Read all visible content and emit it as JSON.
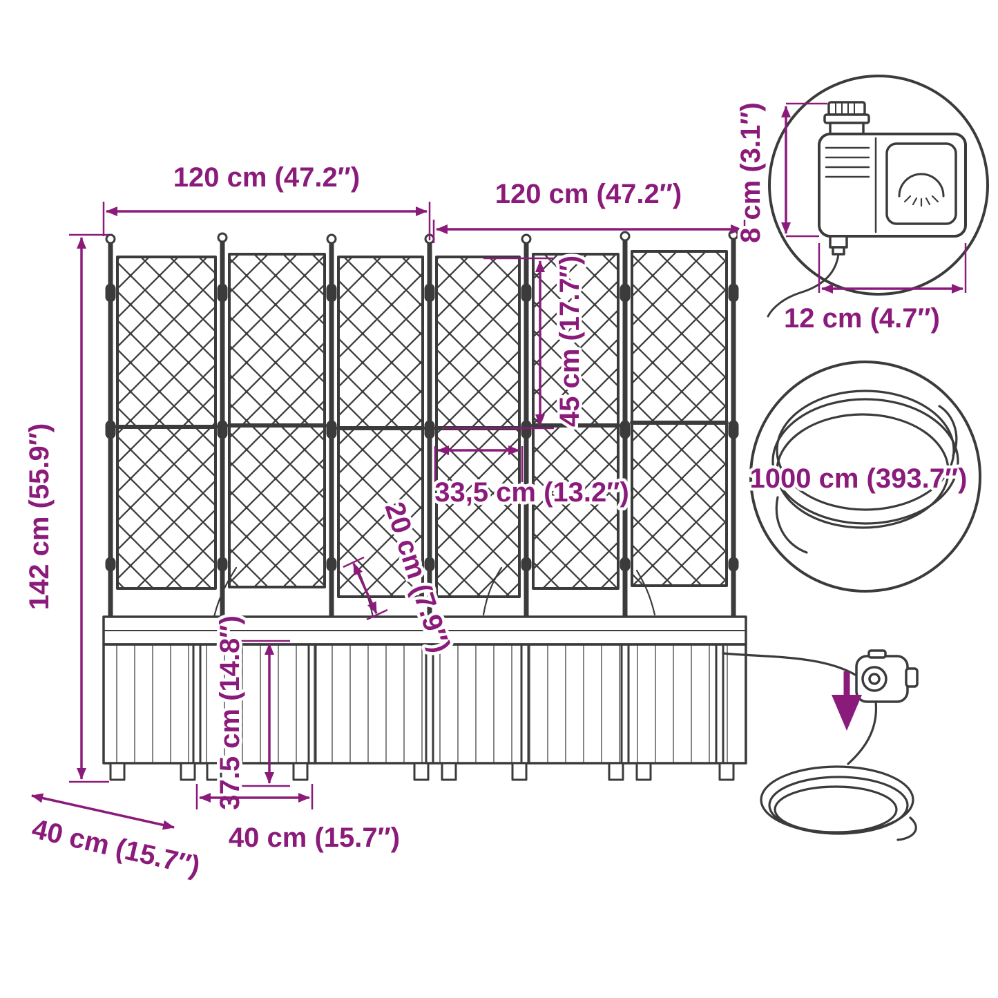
{
  "diagram": {
    "title": "Garden planter with trellis and automatic irrigation - dimension diagram",
    "colors": {
      "accent": "#8B1B7B",
      "line": "#3B3B3B",
      "background": "#FFFFFF"
    },
    "labels": {
      "width_left": "120 cm (47.2″)",
      "width_right": "120 cm (47.2″)",
      "height_total": "142 cm (55.9″)",
      "trellis_height": "45 cm (17.7″)",
      "inner_width": "33,5 cm (13.2″)",
      "drip_height": "20 cm (7.9″)",
      "planter_height": "37.5 cm (14.8″)",
      "depth_left": "40 cm (15.7″)",
      "width_front": "40 cm (15.7″)",
      "timer_height": "8 cm (3.1″)",
      "timer_width": "12 cm (4.7″)",
      "hose_length": "1000 cm (393.7″)"
    }
  }
}
